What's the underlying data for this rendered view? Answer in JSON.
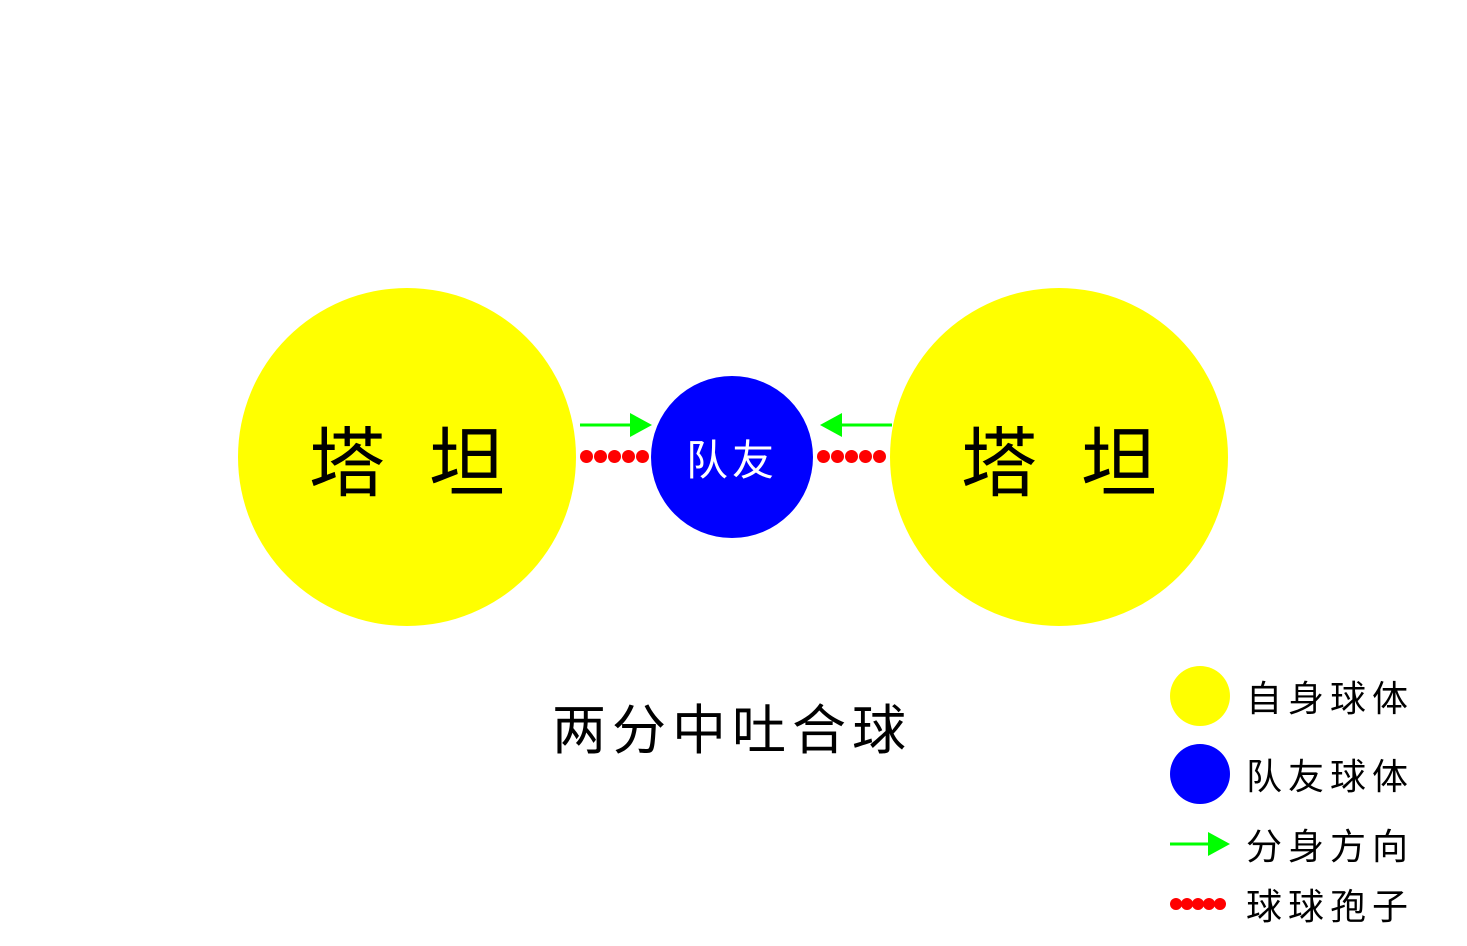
{
  "diagram": {
    "left_ball_label": "塔坦",
    "center_ball_label": "队友",
    "right_ball_label": "塔坦",
    "caption": "两分中吐合球"
  },
  "legend": {
    "self_ball": "自身球体",
    "teammate_ball": "队友球体",
    "split_direction": "分身方向",
    "spores": "球球孢子"
  },
  "colors": {
    "self_ball": "#ffff00",
    "teammate_ball": "#0000ff",
    "arrow": "#00ff00",
    "spore": "#ff0000"
  },
  "icons": {
    "arrow": "right-arrow-icon",
    "spore": "dot-icon"
  }
}
